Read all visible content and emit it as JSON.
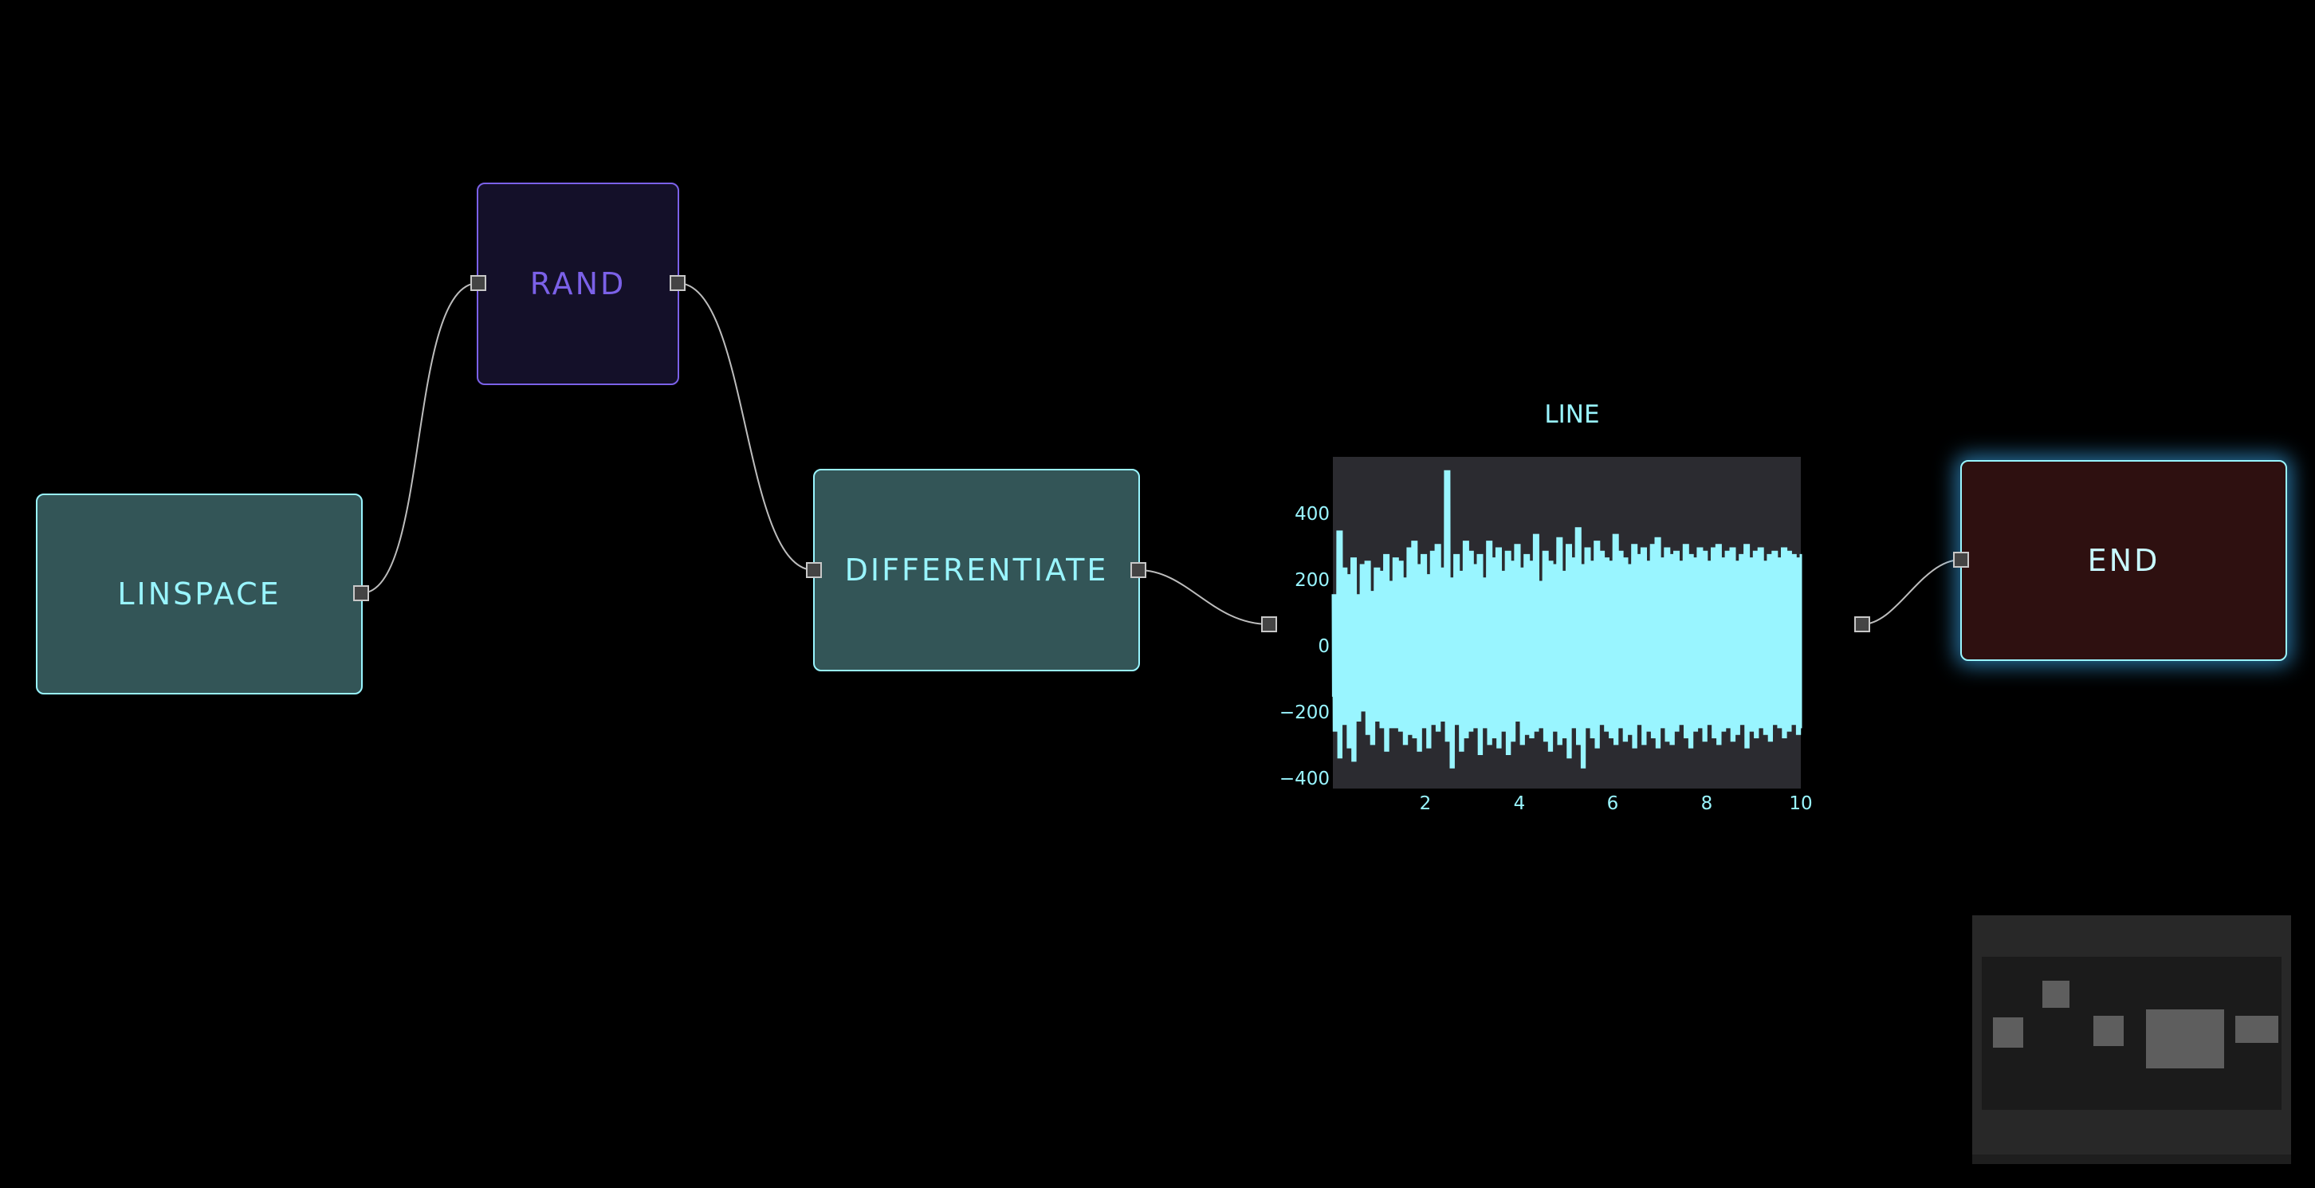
{
  "nodes": {
    "linspace": {
      "label": "LINSPACE"
    },
    "rand": {
      "label": "RAND"
    },
    "differentiate": {
      "label": "DIFFERENTIATE"
    },
    "end": {
      "label": "END"
    }
  },
  "plot_node": {
    "title": "LINE",
    "x_ticks": [
      "2",
      "4",
      "6",
      "8",
      "10"
    ],
    "y_ticks": [
      "400",
      "200",
      "0",
      "−200",
      "−400"
    ]
  },
  "colors": {
    "accent": "#99f5ff",
    "rand_accent": "#7b61e8",
    "teal_node_bg": "#335557",
    "end_node_bg": "#2e1010",
    "glow": "#3caaf0",
    "plot_bg": "#2b2b30"
  },
  "chart_data": {
    "type": "line",
    "title": "LINE",
    "xlabel": "",
    "ylabel": "",
    "xlim": [
      0,
      10
    ],
    "ylim": [
      -430,
      560
    ],
    "x_ticks": [
      2,
      4,
      6,
      8,
      10
    ],
    "y_ticks": [
      400,
      200,
      0,
      -200,
      -400
    ],
    "grid": false,
    "series": [
      {
        "color": "#99f5ff",
        "x": [
          0,
          0.1,
          0.2,
          0.3,
          0.4,
          0.5,
          0.6,
          0.7,
          0.8,
          0.9,
          1.0,
          1.1,
          1.2,
          1.3,
          1.4,
          1.5,
          1.6,
          1.7,
          1.8,
          1.9,
          2.0,
          2.1,
          2.2,
          2.3,
          2.4,
          2.5,
          2.6,
          2.7,
          2.8,
          2.9,
          3.0,
          3.1,
          3.2,
          3.3,
          3.4,
          3.5,
          3.6,
          3.7,
          3.8,
          3.9,
          4.0,
          4.1,
          4.2,
          4.3,
          4.4,
          4.5,
          4.6,
          4.7,
          4.8,
          4.9,
          5.0,
          5.1,
          5.2,
          5.3,
          5.4,
          5.5,
          5.6,
          5.7,
          5.8,
          5.9,
          6.0,
          6.1,
          6.2,
          6.3,
          6.4,
          6.5,
          6.6,
          6.7,
          6.8,
          6.9,
          7.0,
          7.1,
          7.2,
          7.3,
          7.4,
          7.5,
          7.6,
          7.7,
          7.8,
          7.9,
          8.0,
          8.1,
          8.2,
          8.3,
          8.4,
          8.5,
          8.6,
          8.7,
          8.8,
          8.9,
          9.0,
          9.1,
          9.2,
          9.3,
          9.4,
          9.5,
          9.6,
          9.7,
          9.8,
          9.9,
          10.0
        ],
        "max": [
          150,
          340,
          230,
          210,
          260,
          150,
          240,
          250,
          160,
          230,
          220,
          270,
          190,
          260,
          250,
          200,
          290,
          310,
          240,
          270,
          210,
          280,
          300,
          230,
          520,
          200,
          270,
          220,
          310,
          280,
          240,
          270,
          200,
          310,
          260,
          290,
          220,
          280,
          250,
          300,
          230,
          270,
          250,
          330,
          190,
          280,
          250,
          240,
          320,
          220,
          300,
          260,
          350,
          240,
          290,
          250,
          310,
          280,
          260,
          250,
          330,
          280,
          260,
          240,
          300,
          270,
          290,
          250,
          300,
          320,
          260,
          290,
          270,
          280,
          250,
          300,
          270,
          260,
          290,
          280,
          250,
          290,
          300,
          260,
          280,
          290,
          250,
          270,
          300,
          260,
          280,
          290,
          250,
          270,
          280,
          260,
          290,
          280,
          270,
          260,
          270
        ],
        "min": [
          -260,
          -340,
          -240,
          -310,
          -350,
          -230,
          -200,
          -270,
          -300,
          -230,
          -250,
          -320,
          -250,
          -250,
          -260,
          -300,
          -270,
          -280,
          -320,
          -250,
          -310,
          -240,
          -260,
          -230,
          -290,
          -370,
          -240,
          -320,
          -280,
          -260,
          -250,
          -330,
          -250,
          -300,
          -280,
          -310,
          -260,
          -330,
          -290,
          -230,
          -300,
          -270,
          -280,
          -260,
          -250,
          -290,
          -320,
          -260,
          -300,
          -280,
          -340,
          -250,
          -300,
          -370,
          -250,
          -280,
          -310,
          -240,
          -260,
          -280,
          -300,
          -250,
          -290,
          -270,
          -310,
          -240,
          -300,
          -260,
          -280,
          -310,
          -250,
          -290,
          -300,
          -260,
          -240,
          -280,
          -310,
          -260,
          -250,
          -290,
          -240,
          -280,
          -300,
          -260,
          -250,
          -290,
          -270,
          -240,
          -310,
          -260,
          -280,
          -250,
          -270,
          -290,
          -240,
          -250,
          -280,
          -260,
          -240,
          -270,
          -250
        ]
      }
    ]
  }
}
